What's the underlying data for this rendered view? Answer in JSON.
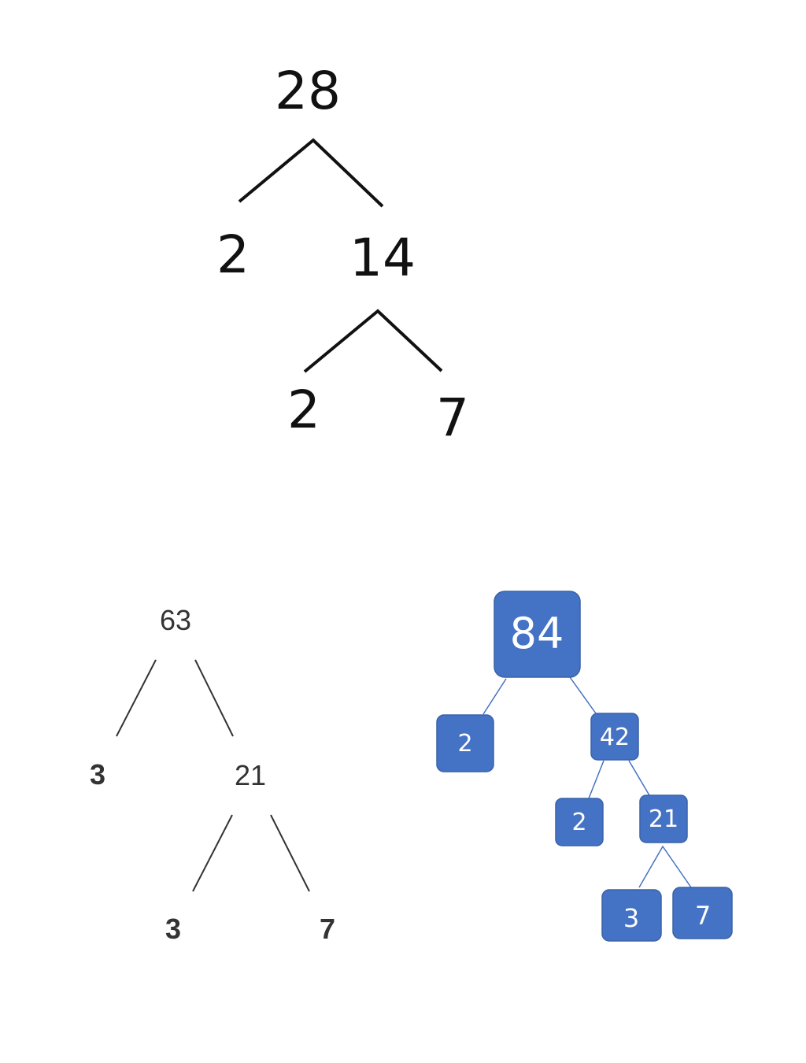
{
  "trees": [
    {
      "style": "plain-large",
      "nodes": [
        {
          "id": "a1",
          "label": "28"
        },
        {
          "id": "a2",
          "label": "2",
          "parent": "a1"
        },
        {
          "id": "a3",
          "label": "14",
          "parent": "a1"
        },
        {
          "id": "a4",
          "label": "2",
          "parent": "a3"
        },
        {
          "id": "a5",
          "label": "7",
          "parent": "a3"
        }
      ]
    },
    {
      "style": "plain-small",
      "nodes": [
        {
          "id": "b1",
          "label": "63"
        },
        {
          "id": "b2",
          "label": "3",
          "parent": "b1"
        },
        {
          "id": "b3",
          "label": "21",
          "parent": "b1"
        },
        {
          "id": "b4",
          "label": "3",
          "parent": "b3"
        },
        {
          "id": "b5",
          "label": "7",
          "parent": "b3"
        }
      ]
    },
    {
      "style": "boxed",
      "box_color": "#4472c4",
      "nodes": [
        {
          "id": "c1",
          "label": "84"
        },
        {
          "id": "c2",
          "label": "2",
          "parent": "c1"
        },
        {
          "id": "c3",
          "label": "42",
          "parent": "c1"
        },
        {
          "id": "c4",
          "label": "2",
          "parent": "c3"
        },
        {
          "id": "c5",
          "label": "21",
          "parent": "c3"
        },
        {
          "id": "c6",
          "label": "3",
          "parent": "c5"
        },
        {
          "id": "c7",
          "label": "7",
          "parent": "c5"
        }
      ]
    }
  ]
}
